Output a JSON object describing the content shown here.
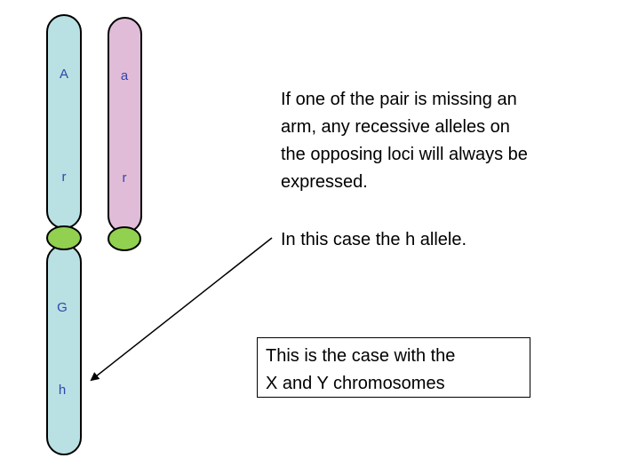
{
  "colors": {
    "homolog_1": "#b9e0e3",
    "homolog_2": "#e0bcd8",
    "centromere": "#92d050",
    "allele_text": "#3344aa"
  },
  "chromosomes": [
    {
      "name": "chromosome-1",
      "upper_arm_alleles": [
        "A",
        "r"
      ],
      "lower_arm_alleles": [
        "G",
        "h"
      ]
    },
    {
      "name": "chromosome-2",
      "upper_arm_alleles": [
        "a",
        "r"
      ],
      "lower_arm_alleles": []
    }
  ],
  "text": {
    "para1_lines": [
      "If one of the pair is missing an",
      "arm, any recessive alleles on",
      "the opposing loci will always be",
      "expressed."
    ],
    "para2": "In this case the h allele.",
    "box_lines": [
      "This is the case with the",
      "X and Y chromosomes"
    ]
  }
}
